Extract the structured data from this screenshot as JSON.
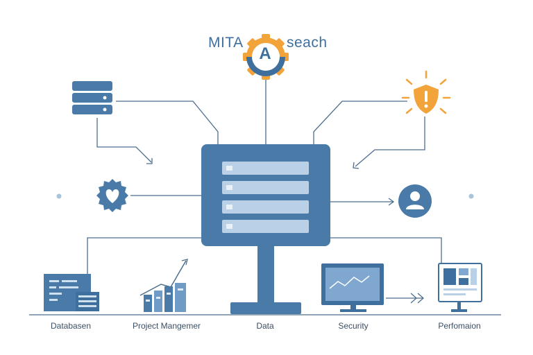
{
  "header": {
    "title_left": "MITA",
    "gear_letter": "A",
    "title_right": "seach"
  },
  "labels": {
    "database": "Databasen",
    "project": "Project Mangemer",
    "data": "Data",
    "security": "Security",
    "performance": "Perfomaion"
  },
  "colors": {
    "primary": "#4a7aa8",
    "dark": "#3f6f9d",
    "light": "#b9d0e6",
    "accent": "#f2a33a",
    "line": "#4d6d8d"
  },
  "icons": [
    "database-icon",
    "gear-icon",
    "alert-shield-icon",
    "heart-badge-icon",
    "user-icon",
    "server-rack-icon",
    "growth-chart-icon",
    "monitor-icon",
    "dashboard-icon"
  ]
}
